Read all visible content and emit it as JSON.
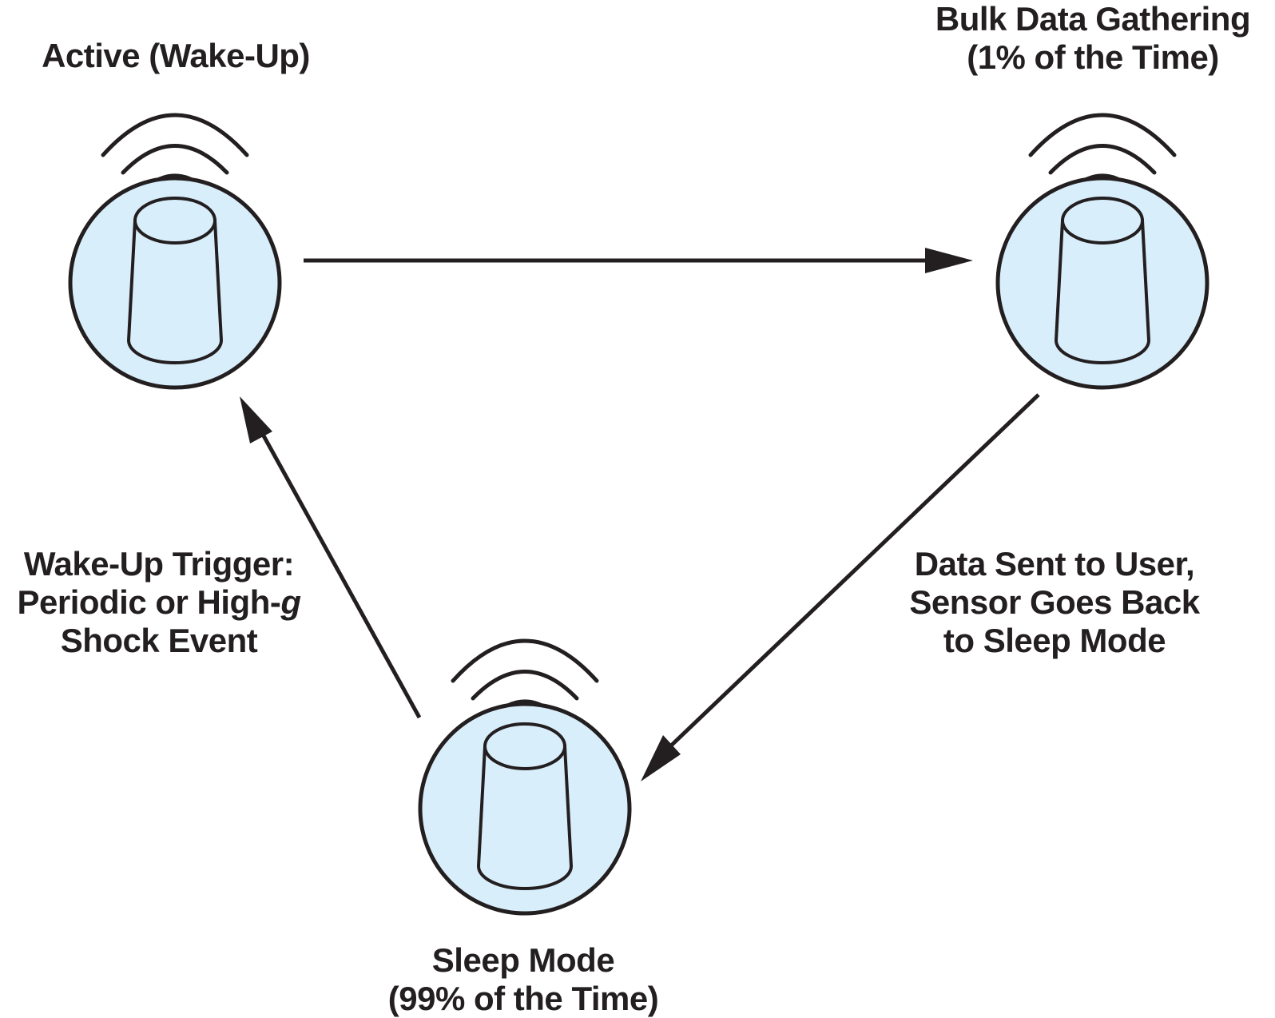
{
  "states": {
    "active": {
      "title": "Active (Wake-Up)"
    },
    "bulk": {
      "line1": "Bulk Data Gathering",
      "line2": "(1% of the Time)"
    },
    "sleep": {
      "line1": "Sleep Mode",
      "line2": "(99% of the Time)"
    }
  },
  "transitions": {
    "wake_trigger": {
      "line1": "Wake-Up Trigger:",
      "line2_prefix": "Periodic or High-",
      "line2_italic": "g",
      "line3": "Shock Event"
    },
    "data_sent": {
      "line1": "Data Sent to User,",
      "line2": "Sensor Goes Back",
      "line3": "to Sleep Mode"
    }
  },
  "colors": {
    "node_fill": "#d9eefb",
    "stroke": "#231f20"
  },
  "icons": {
    "node": "cylinder-sensor-icon",
    "signal": "wireless-signal-icon"
  }
}
